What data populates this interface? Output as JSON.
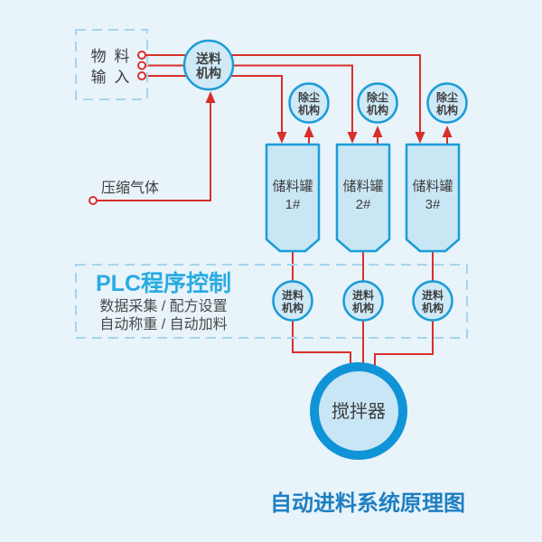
{
  "colors": {
    "background": "#e8f3fa",
    "node_fill": "#cfe9f7",
    "node_stroke": "#1b9cd8",
    "line_red": "#d92f2b",
    "dashed_border": "#a5d5ee",
    "plc_title_blue": "#29abe2",
    "diagram_title_blue": "#1e7fc2",
    "text_dark": "#3e3e3e"
  },
  "material_input": {
    "line1": "物 料",
    "line2": "输 入"
  },
  "feeder": {
    "line1": "送料",
    "line2": "机构"
  },
  "compressed_gas_label": "压缩气体",
  "dust_removers": [
    {
      "line1": "除尘",
      "line2": "机构"
    },
    {
      "line1": "除尘",
      "line2": "机构"
    },
    {
      "line1": "除尘",
      "line2": "机构"
    }
  ],
  "storage_tanks": [
    {
      "name": "储料罐",
      "number": "1#"
    },
    {
      "name": "储料罐",
      "number": "2#"
    },
    {
      "name": "储料罐",
      "number": "3#"
    }
  ],
  "plc": {
    "title": "PLC程序控制",
    "line1": "数据采集 / 配方设置",
    "line2": "自动称重 / 自动加料"
  },
  "feed_units": [
    {
      "line1": "进料",
      "line2": "机构"
    },
    {
      "line1": "进料",
      "line2": "机构"
    },
    {
      "line1": "进料",
      "line2": "机构"
    }
  ],
  "mixer": {
    "label": "搅拌器"
  },
  "diagram_title": "自动进料系统原理图"
}
